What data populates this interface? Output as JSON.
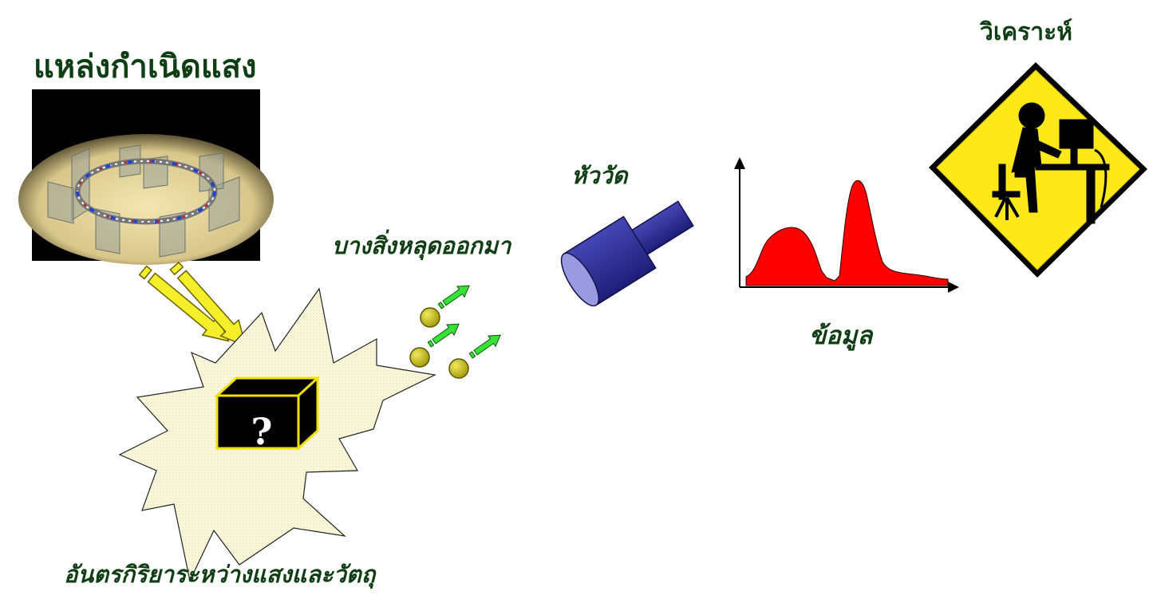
{
  "labels": {
    "light_source": "แหล่งกำเนิดแสง",
    "analyze": "วิเคราะห์",
    "detector": "หัววัด",
    "emitted": "บางสิ่งหลุดออกมา",
    "data": "ข้อมูล",
    "interaction": "อันตรกิริยาระหว่างแสงและวัตถุ"
  },
  "sample_box": {
    "symbol": "?"
  },
  "colors": {
    "text": "#0f3d14",
    "beam": "#f5ef2a",
    "particle": "#c8c012",
    "arrow": "#38e038",
    "detector": "#2a2a90",
    "spectrum": "#ff0000",
    "warning_sign": "#ffe81a"
  },
  "icons": {
    "synchrotron": "synchrotron-ring-image",
    "warning": "person-at-computer-warning-icon"
  }
}
